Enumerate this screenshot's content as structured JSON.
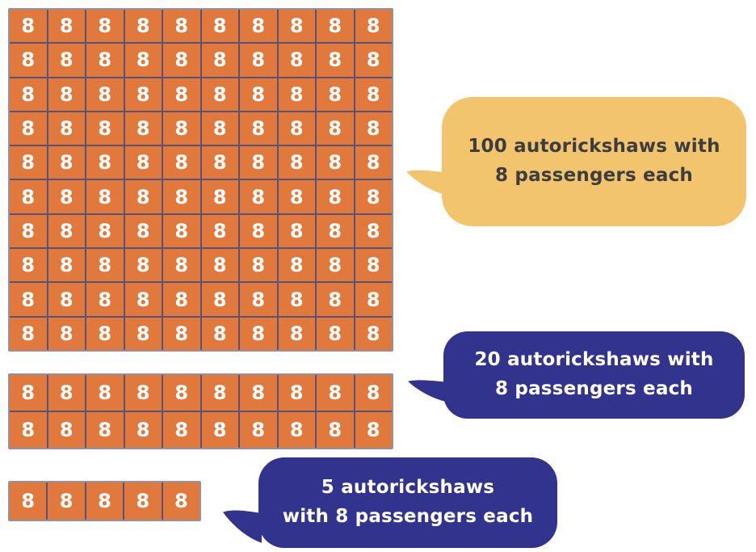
{
  "grids": [
    {
      "id": "grid-100",
      "rows": 10,
      "cols": 10,
      "count": 100,
      "cell_value": "8"
    },
    {
      "id": "grid-20",
      "rows": 2,
      "cols": 10,
      "count": 20,
      "cell_value": "8"
    },
    {
      "id": "grid-5",
      "rows": 1,
      "cols": 5,
      "count": 5,
      "cell_value": "8"
    }
  ],
  "bubbles": [
    {
      "id": "bubble-100",
      "lines": [
        "100 autorickshaws with",
        "8 passengers each"
      ],
      "fill": "#F1C46D",
      "text_color": "#3D3D3F"
    },
    {
      "id": "bubble-20",
      "lines": [
        "20 autorickshaws with",
        "8 passengers each"
      ],
      "fill": "#32338C",
      "text_color": "#FFFFFF"
    },
    {
      "id": "bubble-5",
      "lines": [
        "5 autorickshaws",
        "with 8 passengers each"
      ],
      "fill": "#32338C",
      "text_color": "#FFFFFF"
    }
  ],
  "colors": {
    "cell_fill": "#E2793C",
    "cell_text": "#FFFFFF",
    "grid_line": "#54547A",
    "grid_outer_border": "#9191A6",
    "background": "#FFFFFF"
  }
}
